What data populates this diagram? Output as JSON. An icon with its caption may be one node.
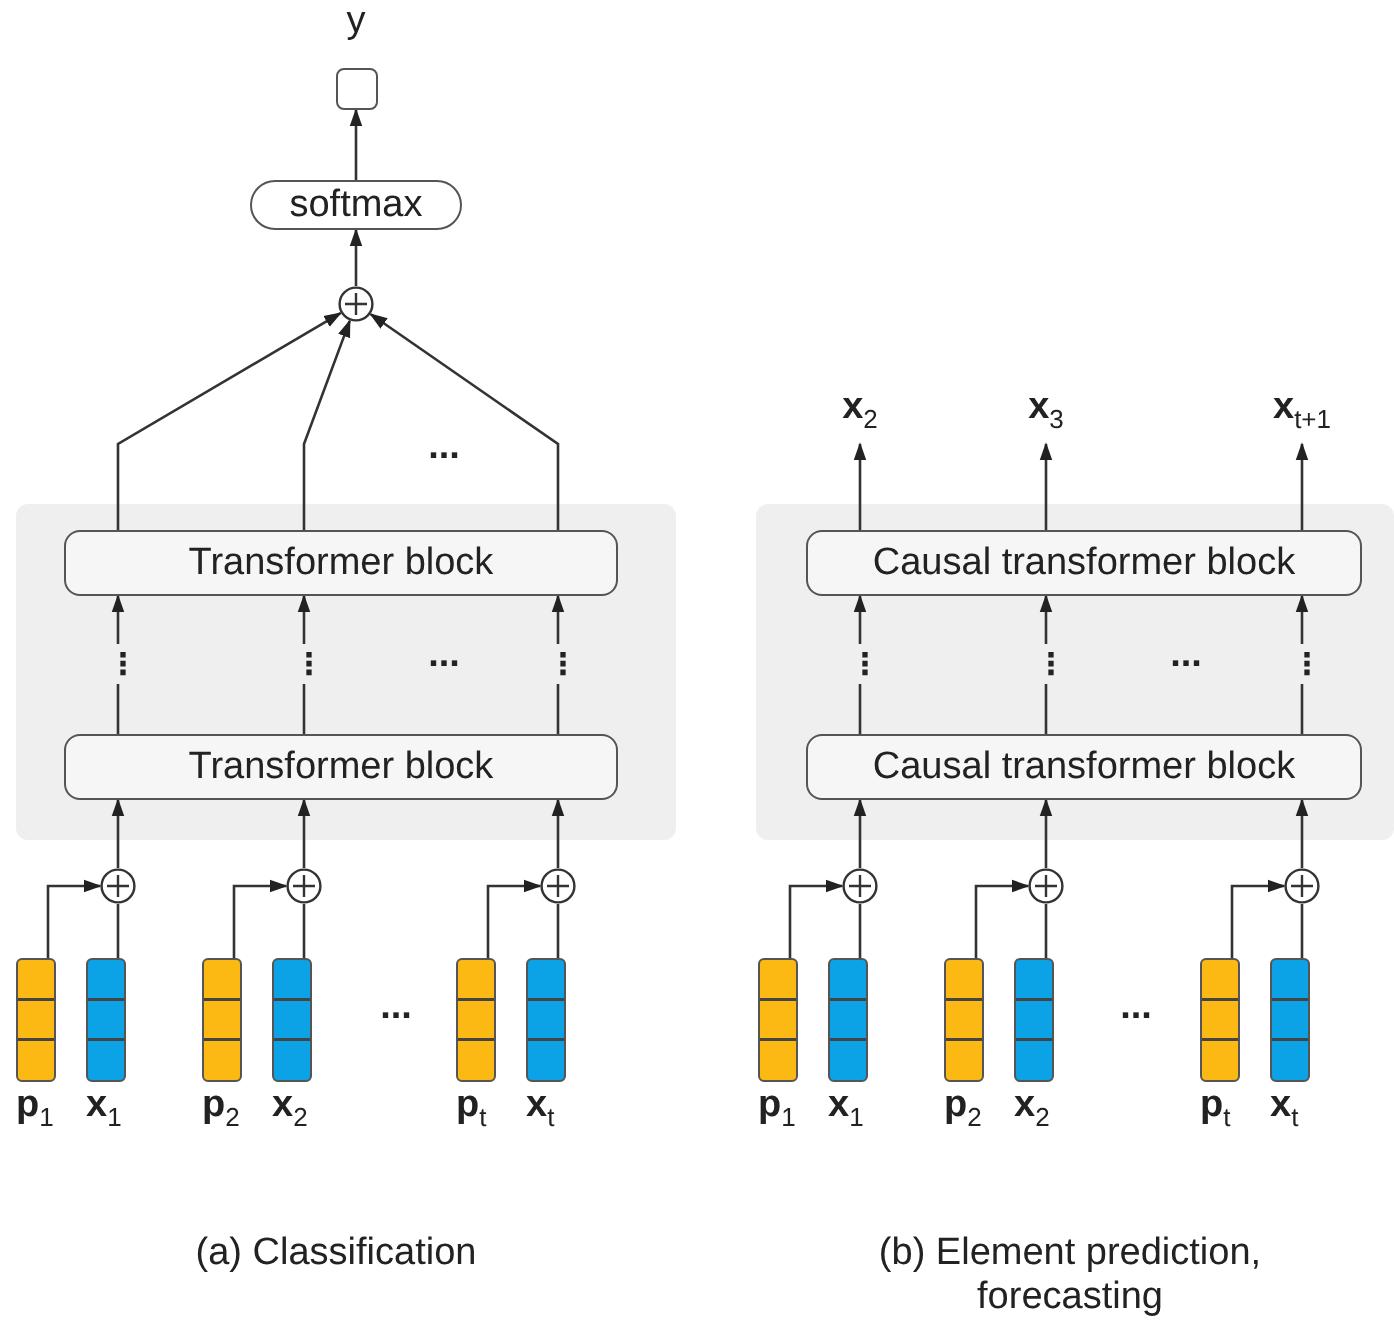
{
  "diagram": {
    "nodes": [
      {
        "text": [
          "y"
        ]
      },
      {
        "text": [
          "softmax"
        ]
      },
      {
        "text": [],
        "shape": "circle"
      },
      {
        "text": [],
        "shape": "box"
      },
      {
        "text": [
          "Transformer block"
        ],
        "in": 3
      },
      {
        "text": [
          "Transformer block"
        ],
        "in": 3
      },
      {
        "text": [],
        "shape": "circle"
      },
      {
        "text": [],
        "shape": "circle"
      },
      {
        "text": [],
        "shape": "circle"
      },
      {
        "text": [
          "**p**$_{1}$"
        ]
      },
      {
        "text": [
          "**x**$_{1}$"
        ]
      },
      {
        "text": [
          "**p**$_{2}$"
        ]
      },
      {
        "text": [
          "**x**$_{2}$"
        ]
      },
      {
        "text": [
          "**p**$_{t}$"
        ]
      },
      {
        "text": [
          "**x**$_{t}$"
        ]
      },
      {
        "text": [
          "**x**$_{2}$"
        ]
      },
      {
        "text": [
          "**x**$_{3}$"
        ]
      },
      {
        "text": [
          "**x**$_{t+1}$"
        ]
      },
      {
        "text": [],
        "shape": "box"
      },
      {
        "text": [
          "Causal transformer block"
        ],
        "in": 18
      },
      {
        "text": [
          "Causal transformer block"
        ],
        "in": 18
      },
      {
        "text": [],
        "shape": "circle"
      },
      {
        "text": [],
        "shape": "circle"
      },
      {
        "text": [],
        "shape": "circle"
      },
      {
        "text": [
          "**p**$_{1}$"
        ]
      },
      {
        "text": [
          "**x**$_{1}$"
        ]
      },
      {
        "text": [
          "**p**$_{2}$"
        ]
      },
      {
        "text": [
          "**x**$_{2}$"
        ]
      },
      {
        "text": [
          "**p**$_{t}$"
        ]
      },
      {
        "text": [
          "**x**$_{t}$"
        ]
      }
    ],
    "edges": [
      {
        "from": 9,
        "to": 6,
        "arrow": "to"
      },
      {
        "from": 10,
        "to": 6,
        "arrow": "none"
      },
      {
        "from": 6,
        "to": 5,
        "arrow": "to"
      },
      {
        "from": 5,
        "to": 4,
        "arrow": "to",
        "label": "⋮"
      },
      {
        "from": 4,
        "to": 2,
        "arrow": "to"
      },
      {
        "from": 11,
        "to": 7,
        "arrow": "to"
      },
      {
        "from": 12,
        "to": 7,
        "arrow": "none"
      },
      {
        "from": 7,
        "to": 5,
        "arrow": "to"
      },
      {
        "from": 5,
        "to": 4,
        "arrow": "to",
        "label": "⋮"
      },
      {
        "from": 4,
        "to": 2,
        "arrow": "to"
      },
      {
        "from": 13,
        "to": 8,
        "arrow": "to"
      },
      {
        "from": 14,
        "to": 8,
        "arrow": "none"
      },
      {
        "from": 8,
        "to": 5,
        "arrow": "to"
      },
      {
        "from": 5,
        "to": 4,
        "arrow": "to",
        "label": "⋮"
      },
      {
        "from": 4,
        "to": 2,
        "arrow": "to"
      },
      {
        "from": 2,
        "to": 1,
        "arrow": "to"
      },
      {
        "from": 1,
        "to": 0,
        "arrow": "to"
      },
      {
        "from": 24,
        "to": 21,
        "arrow": "to"
      },
      {
        "from": 25,
        "to": 21,
        "arrow": "none"
      },
      {
        "from": 21,
        "to": 20,
        "arrow": "to"
      },
      {
        "from": 20,
        "to": 19,
        "arrow": "to",
        "label": "⋮"
      },
      {
        "from": 19,
        "to": 15,
        "arrow": "to"
      },
      {
        "from": 26,
        "to": 22,
        "arrow": "to"
      },
      {
        "from": 27,
        "to": 22,
        "arrow": "none"
      },
      {
        "from": 22,
        "to": 20,
        "arrow": "to"
      },
      {
        "from": 20,
        "to": 19,
        "arrow": "to",
        "label": "⋮"
      },
      {
        "from": 19,
        "to": 16,
        "arrow": "to"
      },
      {
        "from": 28,
        "to": 23,
        "arrow": "to"
      },
      {
        "from": 29,
        "to": 23,
        "arrow": "none"
      },
      {
        "from": 23,
        "to": 20,
        "arrow": "to"
      },
      {
        "from": 20,
        "to": 19,
        "arrow": "to",
        "label": "⋮"
      },
      {
        "from": 19,
        "to": 17,
        "arrow": "to"
      }
    ],
    "labels": [
      "...",
      "...",
      "...",
      "...",
      "...",
      "(a) Classification",
      "(b) Element prediction, forecasting"
    ]
  }
}
